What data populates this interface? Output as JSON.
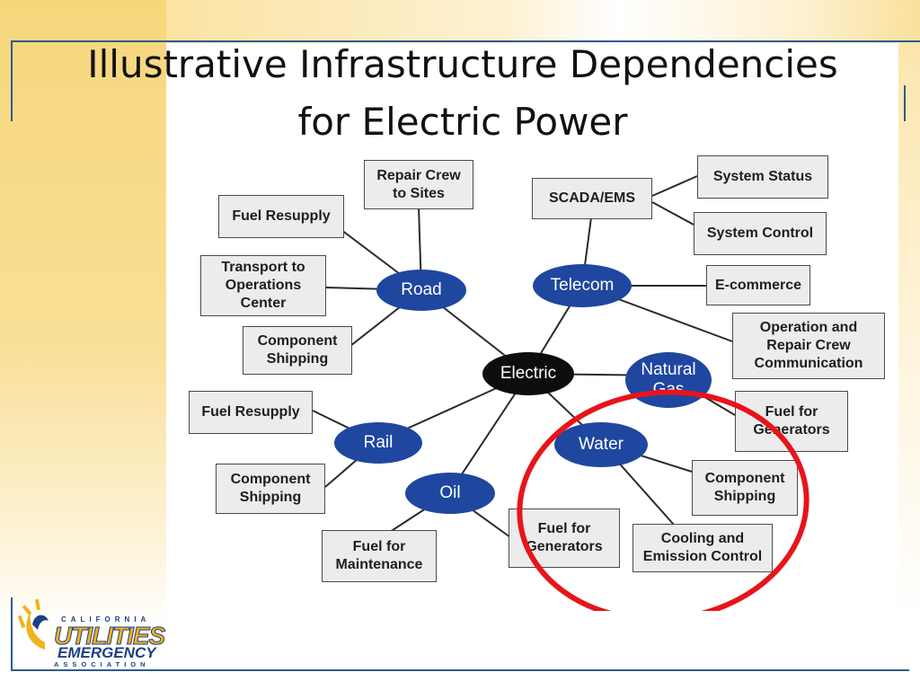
{
  "slide": {
    "title": "Illustrative Infrastructure Dependencies\nfor Electric Power"
  },
  "diagram": {
    "center": "Electric",
    "nodes": {
      "road": "Road",
      "telecom": "Telecom",
      "natural_gas": "Natural\nGas",
      "water": "Water",
      "rail": "Rail",
      "oil": "Oil"
    },
    "boxes": {
      "road_repair_crew": "Repair Crew\nto Sites",
      "road_fuel_resupply": "Fuel Resupply",
      "road_transport_ops": "Transport to\nOperations\nCenter",
      "road_component_shipping": "Component\nShipping",
      "telecom_scada": "SCADA/EMS",
      "scada_system_status": "System Status",
      "scada_system_control": "System Control",
      "telecom_ecommerce": "E-commerce",
      "telecom_operation_repair": "Operation and\nRepair Crew\nCommunication",
      "gas_fuel_generators": "Fuel for\nGenerators",
      "rail_fuel_resupply": "Fuel Resupply",
      "rail_component_shipping": "Component\nShipping",
      "oil_fuel_maintenance": "Fuel for\nMaintenance",
      "oil_fuel_generators": "Fuel for\nGenerators",
      "water_component_shipping": "Component\nShipping",
      "water_cooling_emission": "Cooling and\nEmission Control"
    },
    "highlight_color": "#e8141b",
    "node_color": "#1f47a0",
    "center_color": "#0d0d0d"
  },
  "logo": {
    "line1": "CALIFORNIA",
    "line2": "UTILITIES",
    "line3": "EMERGENCY",
    "line4": "ASSOCIATION"
  }
}
